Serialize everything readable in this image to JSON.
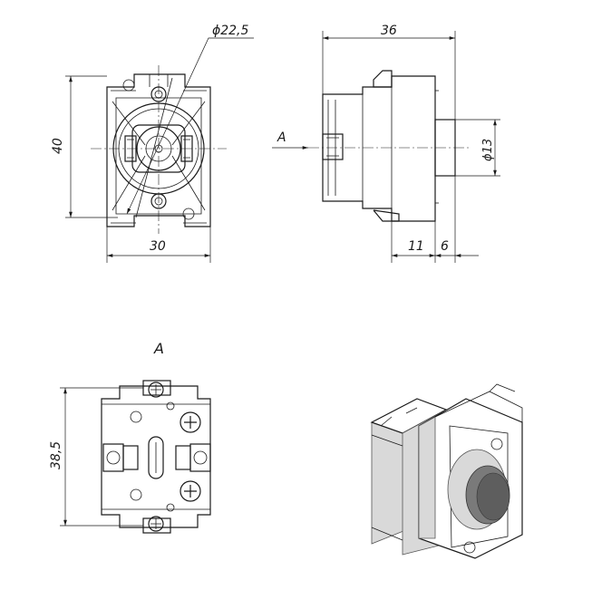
{
  "dimensions": {
    "front_diameter": "ϕ22,5",
    "front_height": "40",
    "front_width": "30",
    "side_length": "36",
    "side_dia": "ϕ13",
    "side_a": "11",
    "side_b": "6",
    "rear_height": "38,5"
  },
  "labels": {
    "arrow_a": "A",
    "view_a": "A"
  }
}
